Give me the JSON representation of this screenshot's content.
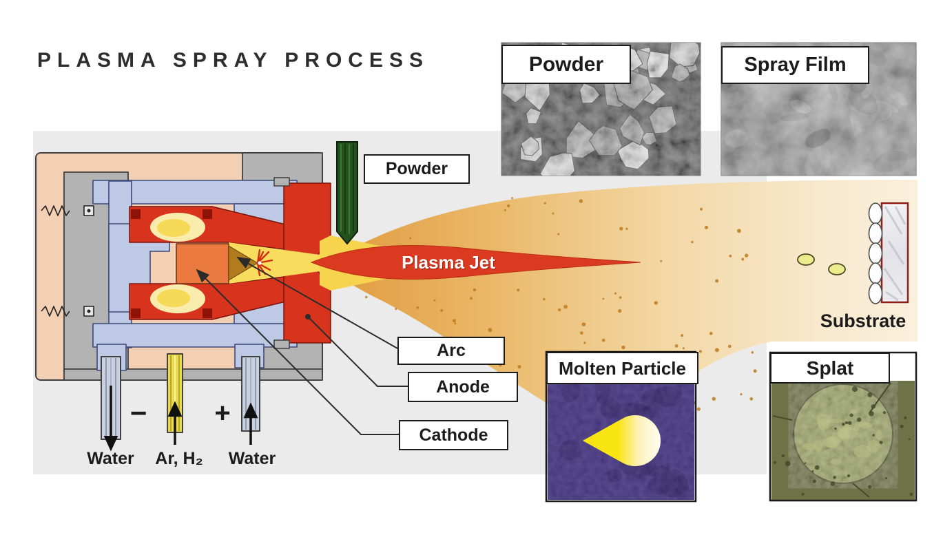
{
  "title": "PLASMA SPRAY PROCESS",
  "torch": {
    "powder_label": "Powder",
    "plasma_jet_label": "Plasma Jet",
    "arc_label": "Arc",
    "anode_label": "Anode",
    "cathode_label": "Cathode",
    "water_in_label": "Water",
    "gas_label": "Ar, H₂",
    "water_out_label": "Water",
    "minus_sign": "−",
    "plus_sign": "+"
  },
  "right_side": {
    "substrate_label": "Substrate",
    "panels": {
      "powder": "Powder",
      "spray_film": "Spray Film",
      "molten_particle": "Molten Particle",
      "splat": "Splat"
    }
  },
  "colors": {
    "band_gray": "#ebebeb",
    "plasma_jet_red": "#da3a20",
    "plume_core_orange": "#e09a3e",
    "plume_fade_cream": "#faf0dc",
    "anode_red": "#d8341d",
    "cathode_orange": "#ea7a40",
    "cathode_tip_brown": "#b27b1e",
    "powder_tube_green": "#23521f",
    "cooling_blue": "#bec9e5",
    "insulator_peach": "#f3cfb4",
    "housing_gray": "#b3b3b3",
    "molten_bg_purple": "#3d2d7c",
    "molten_drop_yellow": "#f8e312",
    "splat_olive": "#6e7247",
    "substrate_border_red": "#8c1f1a"
  }
}
